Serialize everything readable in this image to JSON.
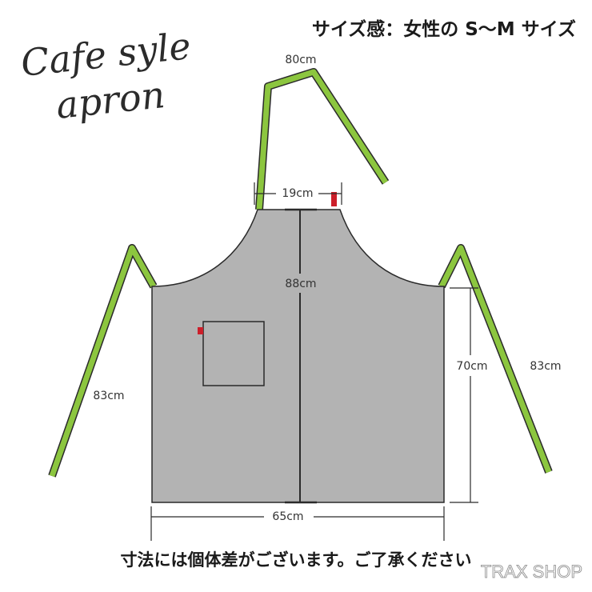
{
  "title": {
    "line1": "Cafe syle",
    "line2": "apron"
  },
  "size_note": "サイズ感：女性の S〜M サイズ",
  "dimensions": {
    "neck_strap": "80cm",
    "top_width": "19cm",
    "total_length": "88cm",
    "body_length": "70cm",
    "left_tie": "83cm",
    "right_tie": "83cm",
    "bottom_width": "65cm"
  },
  "footer_note": "寸法には個体差がございます。ご了承ください",
  "watermark": "TRAX SHOP",
  "colors": {
    "fabric": "#b3b3b3",
    "strap": "#8cc63f",
    "outline": "#2a2a2a",
    "tag": "#cc1f2a",
    "text": "#1a1a1a"
  }
}
